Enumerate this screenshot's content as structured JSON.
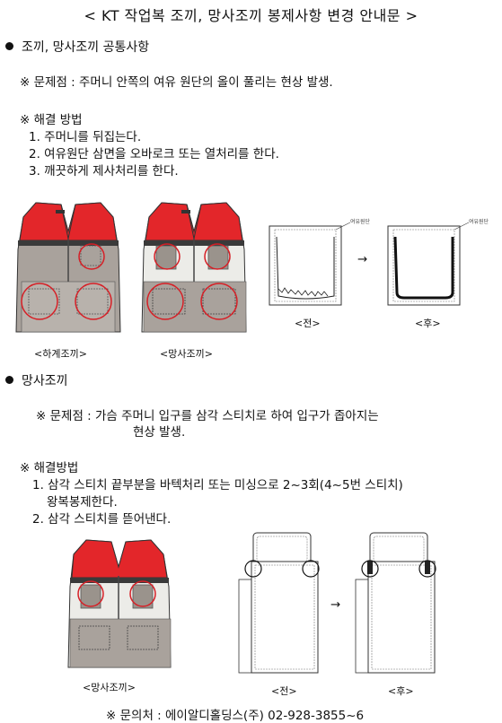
{
  "title": "< KT  작업복  조끼, 망사조끼  봉제사항 변경 안내문 >",
  "section1": {
    "heading": "조끼, 망사조끼 공통사항",
    "problem": "※ 문제점 : 주머니 안쪽의 여유 원단의 올이 풀리는 현상 발생.",
    "solution_heading": "※ 해결 방법",
    "steps": [
      "1. 주머니를 뒤집는다.",
      "2. 여유원단 삼면을 오바로크 또는 열처리를 한다.",
      "3. 깨끗하게 제사처리를 한다."
    ],
    "caption_vest": "<하계조끼>",
    "caption_mesh": "<망사조끼>",
    "callout_left": "여유원단",
    "callout_right": "여유원단",
    "arrow": "→",
    "caption_before": "<전>",
    "caption_after": "<후>"
  },
  "section2": {
    "heading": "망사조끼",
    "problem_line1": "※ 문제점 : 가슴 주머니 입구를 삼각 스티치로 하여 입구가 좁아지는",
    "problem_line2": "현상 발생.",
    "solution_heading": "※ 해결방법",
    "step1_line1": "1. 삼각 스티치 끝부분을 바텍처리 또는 미싱으로 2~3회(4~5번 스티치)",
    "step1_line2": "왕복봉제한다.",
    "step2": "2. 삼각 스티치를 뜯어낸다.",
    "caption_mesh": "<망사조끼>",
    "arrow": "→",
    "caption_before": "<전>",
    "caption_after": "<후>"
  },
  "contact": "※ 문의처 : 에이알디홀딩스(주) 02-928-3855~6",
  "colors": {
    "red": "#e3262a",
    "grey": "#a9a29c",
    "dark": "#3a3a3a",
    "mesh": "#ecece8",
    "circle": "#d61f26"
  }
}
